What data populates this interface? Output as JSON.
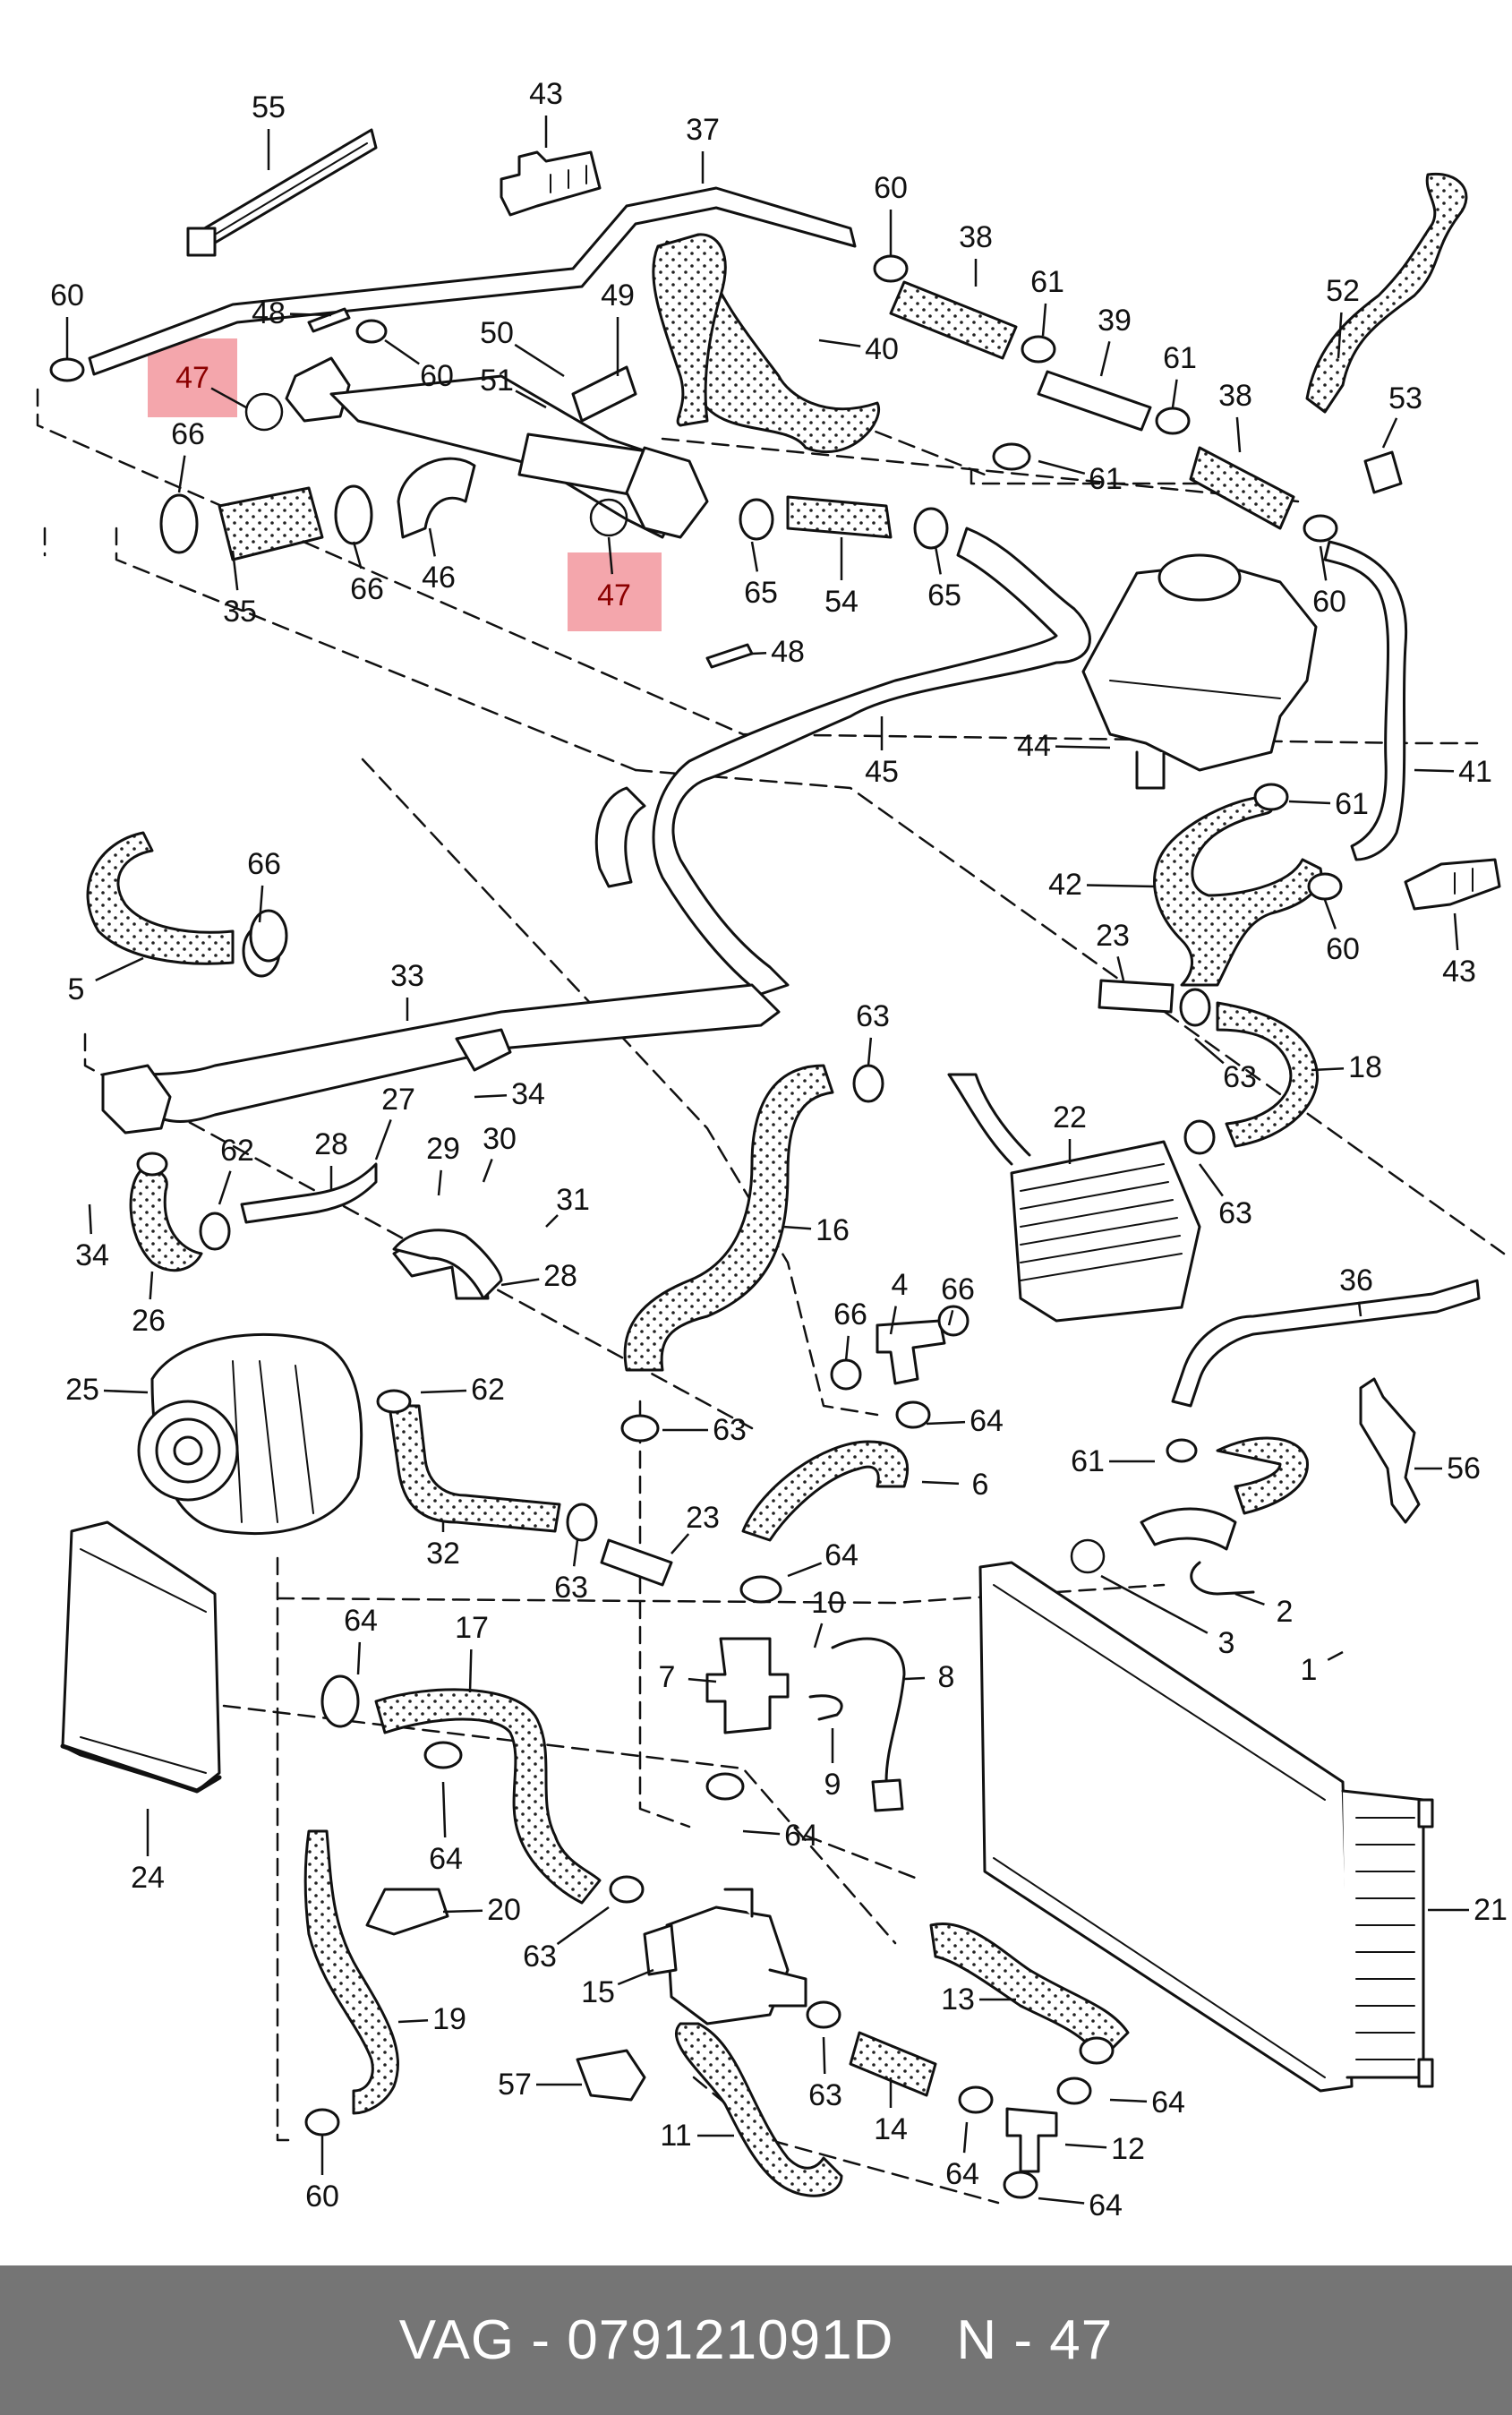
{
  "colors": {
    "highlight": "#f4a6ac",
    "line": "#111111",
    "hose_fill": "#ffffff",
    "footer_bg": "#757575",
    "footer_text": "#ffffff"
  },
  "footer": {
    "brand": "VAG",
    "separator": "-",
    "part_number": "079121091D",
    "position": "N - 47"
  },
  "callouts": [
    {
      "id": "c55",
      "label": "55"
    },
    {
      "id": "c43a",
      "label": "43"
    },
    {
      "id": "c37",
      "label": "37"
    },
    {
      "id": "c60a",
      "label": "60"
    },
    {
      "id": "c38a",
      "label": "38"
    },
    {
      "id": "c60b",
      "label": "60"
    },
    {
      "id": "c48a",
      "label": "48"
    },
    {
      "id": "c49",
      "label": "49"
    },
    {
      "id": "c47a",
      "label": "47"
    },
    {
      "id": "c50",
      "label": "50"
    },
    {
      "id": "c51",
      "label": "51"
    },
    {
      "id": "c60c",
      "label": "60"
    },
    {
      "id": "c40",
      "label": "40"
    },
    {
      "id": "c61a",
      "label": "61"
    },
    {
      "id": "c39",
      "label": "39"
    },
    {
      "id": "c52",
      "label": "52"
    },
    {
      "id": "c61b",
      "label": "61"
    },
    {
      "id": "c38b",
      "label": "38"
    },
    {
      "id": "c53",
      "label": "53"
    },
    {
      "id": "c61c",
      "label": "61"
    },
    {
      "id": "c66a",
      "label": "66"
    },
    {
      "id": "c35",
      "label": "35"
    },
    {
      "id": "c66b",
      "label": "66"
    },
    {
      "id": "c46",
      "label": "46"
    },
    {
      "id": "c47b",
      "label": "47"
    },
    {
      "id": "c65a",
      "label": "65"
    },
    {
      "id": "c54",
      "label": "54"
    },
    {
      "id": "c65b",
      "label": "65"
    },
    {
      "id": "c60d",
      "label": "60"
    },
    {
      "id": "c48b",
      "label": "48"
    },
    {
      "id": "c44",
      "label": "44"
    },
    {
      "id": "c45",
      "label": "45"
    },
    {
      "id": "c41",
      "label": "41"
    },
    {
      "id": "c61d",
      "label": "61"
    },
    {
      "id": "c66c",
      "label": "66"
    },
    {
      "id": "c42",
      "label": "42"
    },
    {
      "id": "c5",
      "label": "5"
    },
    {
      "id": "c60e",
      "label": "60"
    },
    {
      "id": "c43b",
      "label": "43"
    },
    {
      "id": "c23a",
      "label": "23"
    },
    {
      "id": "c33",
      "label": "33"
    },
    {
      "id": "c63a",
      "label": "63"
    },
    {
      "id": "c63b",
      "label": "63"
    },
    {
      "id": "c18",
      "label": "18"
    },
    {
      "id": "c34a",
      "label": "34"
    },
    {
      "id": "c27",
      "label": "27"
    },
    {
      "id": "c22",
      "label": "22"
    },
    {
      "id": "c28a",
      "label": "28"
    },
    {
      "id": "c29",
      "label": "29"
    },
    {
      "id": "c30",
      "label": "30"
    },
    {
      "id": "c62a",
      "label": "62"
    },
    {
      "id": "c31",
      "label": "31"
    },
    {
      "id": "c63c",
      "label": "63"
    },
    {
      "id": "c16",
      "label": "16"
    },
    {
      "id": "c34b",
      "label": "34"
    },
    {
      "id": "c28b",
      "label": "28"
    },
    {
      "id": "c36",
      "label": "36"
    },
    {
      "id": "c66d",
      "label": "66"
    },
    {
      "id": "c4",
      "label": "4"
    },
    {
      "id": "c26",
      "label": "26"
    },
    {
      "id": "c66e",
      "label": "66"
    },
    {
      "id": "c25",
      "label": "25"
    },
    {
      "id": "c62b",
      "label": "62"
    },
    {
      "id": "c63d",
      "label": "63"
    },
    {
      "id": "c64a",
      "label": "64"
    },
    {
      "id": "c61e",
      "label": "61"
    },
    {
      "id": "c56",
      "label": "56"
    },
    {
      "id": "c6",
      "label": "6"
    },
    {
      "id": "c23b",
      "label": "23"
    },
    {
      "id": "c32",
      "label": "32"
    },
    {
      "id": "c64b",
      "label": "64"
    },
    {
      "id": "c2",
      "label": "2"
    },
    {
      "id": "c63e",
      "label": "63"
    },
    {
      "id": "c10",
      "label": "10"
    },
    {
      "id": "c3",
      "label": "3"
    },
    {
      "id": "c1",
      "label": "1"
    },
    {
      "id": "c64c",
      "label": "64"
    },
    {
      "id": "c17",
      "label": "17"
    },
    {
      "id": "c7",
      "label": "7"
    },
    {
      "id": "c8",
      "label": "8"
    },
    {
      "id": "c9",
      "label": "9"
    },
    {
      "id": "c24",
      "label": "24"
    },
    {
      "id": "c64d",
      "label": "64"
    },
    {
      "id": "c64e",
      "label": "64"
    },
    {
      "id": "c21",
      "label": "21"
    },
    {
      "id": "c20",
      "label": "20"
    },
    {
      "id": "c63f",
      "label": "63"
    },
    {
      "id": "c15",
      "label": "15"
    },
    {
      "id": "c19",
      "label": "19"
    },
    {
      "id": "c13",
      "label": "13"
    },
    {
      "id": "c57",
      "label": "57"
    },
    {
      "id": "c63g",
      "label": "63"
    },
    {
      "id": "c64f",
      "label": "64"
    },
    {
      "id": "c11",
      "label": "11"
    },
    {
      "id": "c14",
      "label": "14"
    },
    {
      "id": "c12",
      "label": "12"
    },
    {
      "id": "c60f",
      "label": "60"
    },
    {
      "id": "c64g",
      "label": "64"
    },
    {
      "id": "c64h",
      "label": "64"
    }
  ]
}
